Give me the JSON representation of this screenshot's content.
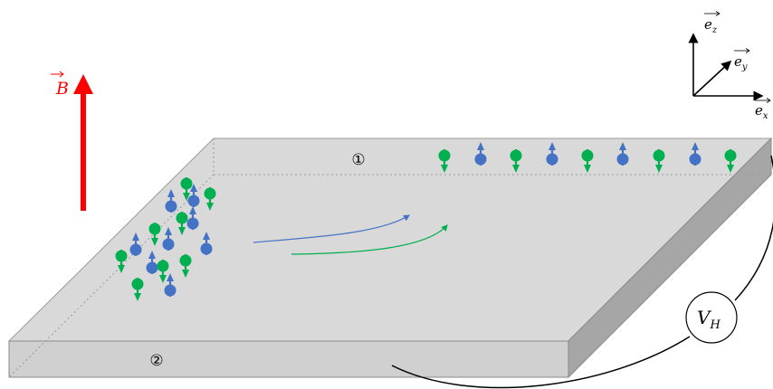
{
  "field": {
    "symbol": "B",
    "color": "#ff0000"
  },
  "axes": {
    "x": "e",
    "x_sub": "x",
    "y": "e",
    "y_sub": "y",
    "z": "e",
    "z_sub": "z"
  },
  "edges": {
    "top": "①",
    "bottom": "②"
  },
  "voltmeter": {
    "symbol": "V",
    "subscript": "H"
  },
  "colors": {
    "spin_up": "#4472c4",
    "spin_down": "#00b050",
    "plate_top": "#d9d9d9",
    "plate_front": "#d0d0d0",
    "plate_side": "#a6a6a6",
    "field_arrow": "#ff0000"
  }
}
